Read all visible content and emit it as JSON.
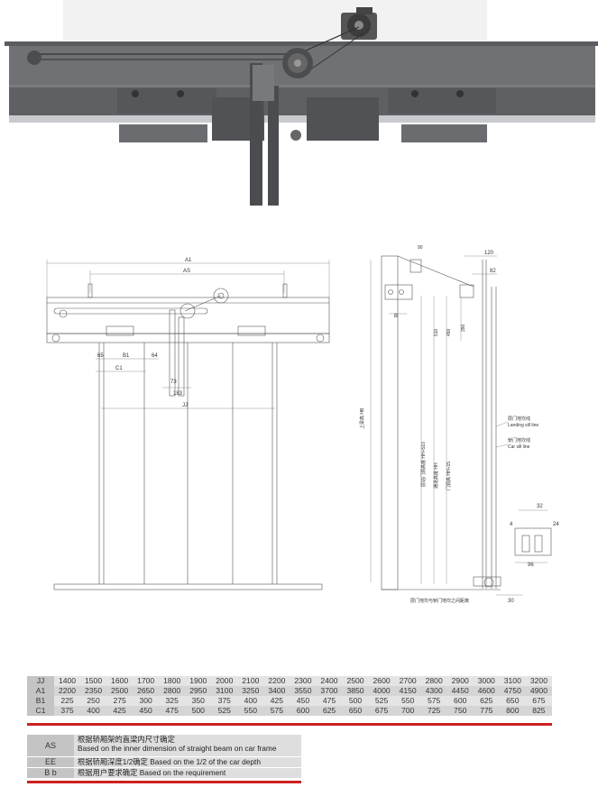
{
  "front_view": {
    "labels": {
      "a1": "A1",
      "as": "AS",
      "b1": "B1",
      "c1": "C1",
      "jj": "JJ",
      "d65": "65",
      "d64": "64",
      "d73": "73",
      "d183": "183"
    }
  },
  "side_view": {
    "labels": {
      "d120": "120",
      "d82": "82",
      "d90": "90",
      "b": "B",
      "d510": "510",
      "d490": "490",
      "d390": "390",
      "d30": "30",
      "d32": "32",
      "d4": "4",
      "d24": "24",
      "d96": "96",
      "hb": "上梁高 HB",
      "hh510": "层站门洞高度 HH+510",
      "hh": "通道高度 HH",
      "hh15": "门洞高 HH+15",
      "landing_cn": "层门地坎线",
      "landing_en": "Landing sill line",
      "car_cn": "轿门地坎线",
      "car_en": "Car sill line",
      "bottom_note": "层门地坎与轿门地坎之间距离"
    }
  },
  "dimension_table": {
    "rows": [
      {
        "label": "JJ",
        "values": [
          "1400",
          "1500",
          "1600",
          "1700",
          "1800",
          "1900",
          "2000",
          "2100",
          "2200",
          "2300",
          "2400",
          "2500",
          "2600",
          "2700",
          "2800",
          "2900",
          "3000",
          "3100",
          "3200"
        ]
      },
      {
        "label": "A1",
        "values": [
          "2200",
          "2350",
          "2500",
          "2650",
          "2800",
          "2950",
          "3100",
          "3250",
          "3400",
          "3550",
          "3700",
          "3850",
          "4000",
          "4150",
          "4300",
          "4450",
          "4600",
          "4750",
          "4900"
        ]
      },
      {
        "label": "B1",
        "values": [
          "225",
          "250",
          "275",
          "300",
          "325",
          "350",
          "375",
          "400",
          "425",
          "450",
          "475",
          "500",
          "525",
          "550",
          "575",
          "600",
          "625",
          "650",
          "675"
        ]
      },
      {
        "label": "C1",
        "values": [
          "375",
          "400",
          "425",
          "450",
          "475",
          "500",
          "525",
          "550",
          "575",
          "600",
          "625",
          "650",
          "675",
          "700",
          "725",
          "750",
          "775",
          "800",
          "825"
        ]
      }
    ]
  },
  "legend": [
    {
      "code": "AS",
      "cn": "根据轿厢架的直梁内尺寸确定",
      "en": "Based on the inner dimension of straight beam on car frame"
    },
    {
      "code": "EE",
      "cn": "根据轿厢深度1/2确定",
      "en": "Based on the 1/2 of the car depth"
    },
    {
      "code": "B b",
      "cn": "根据用户要求确定",
      "en": "Based on the requirement"
    }
  ],
  "colors": {
    "accent_red": "#cc2222",
    "steel": "#6f7175",
    "steel_dark": "#4b4d50",
    "rail": "#c8cbce"
  }
}
